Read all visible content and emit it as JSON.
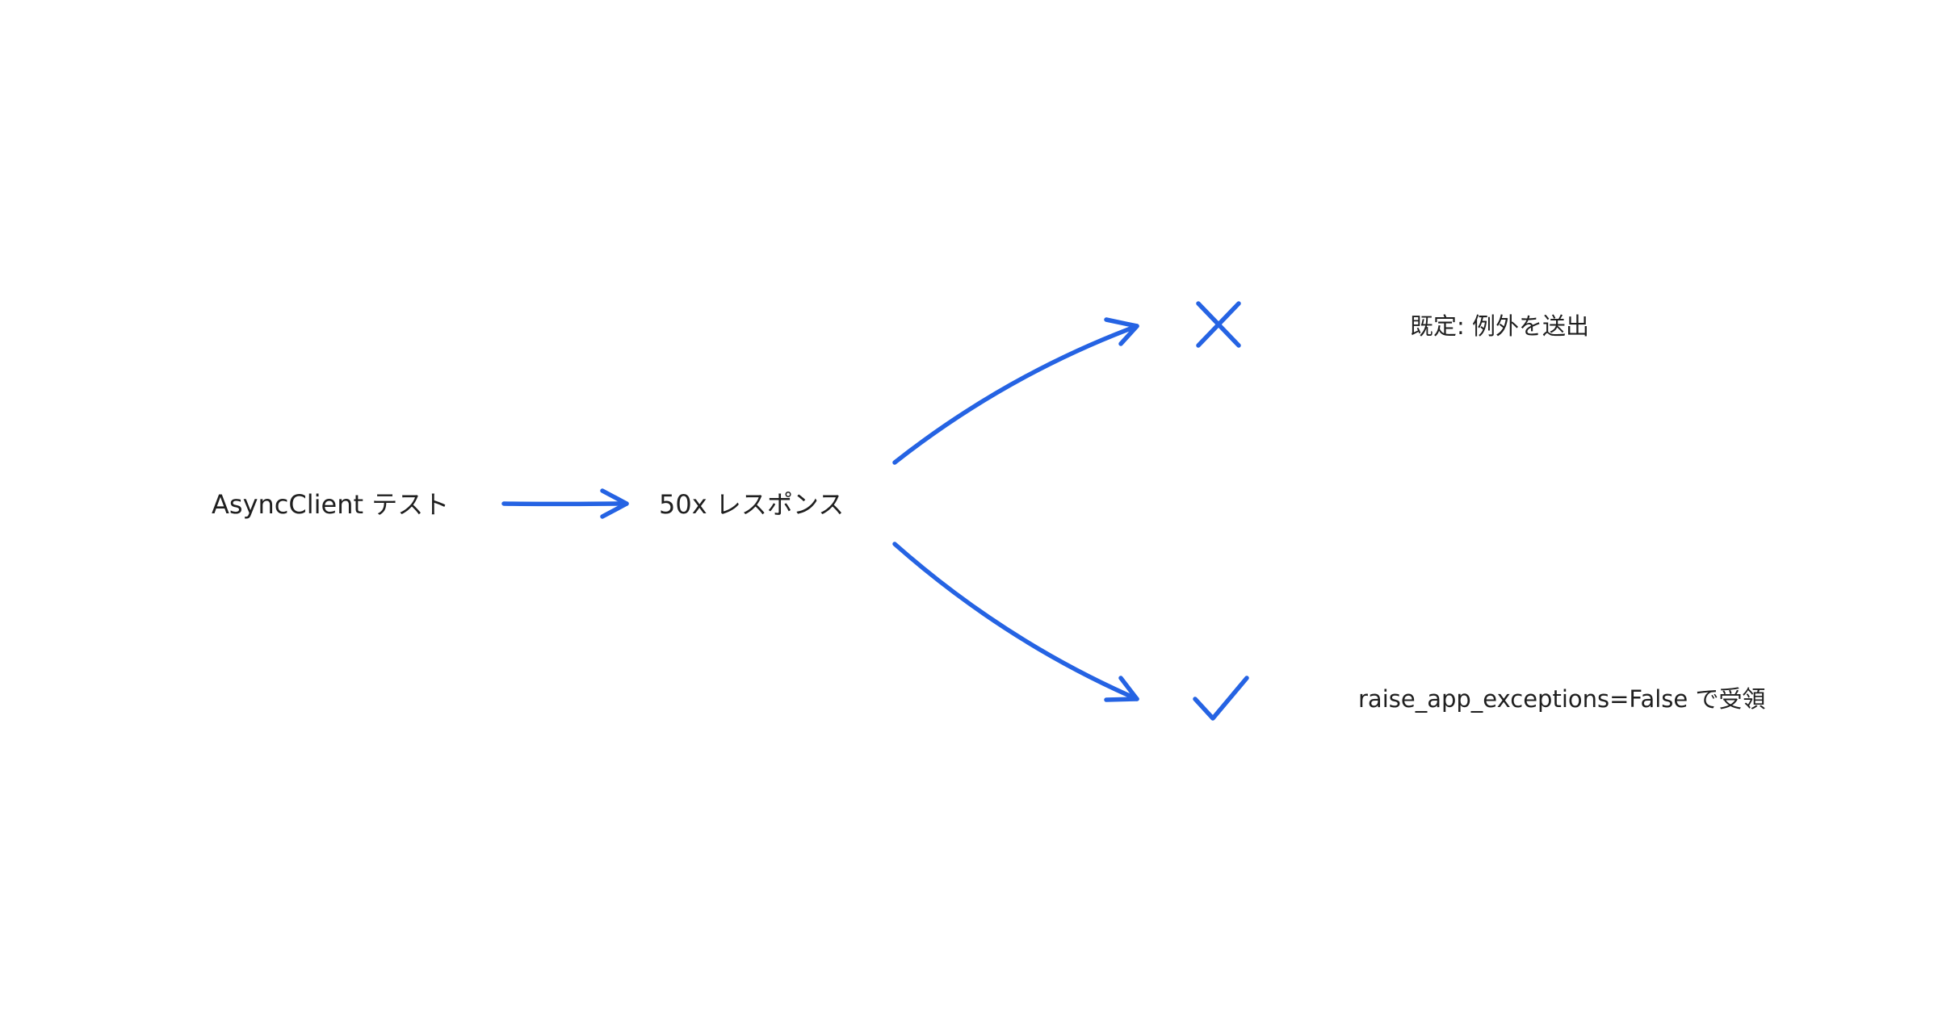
{
  "nodes": {
    "start": "AsyncClient テスト",
    "response": "50x レスポンス",
    "default_outcome": "既定: 例外を送出",
    "accepted_outcome": "raise_app_exceptions=False で受領"
  },
  "icons": {
    "fail": "cross-icon",
    "success": "check-icon"
  },
  "colors": {
    "stroke": "#2563e3",
    "text": "#1f1f1f",
    "background": "#ffffff"
  }
}
